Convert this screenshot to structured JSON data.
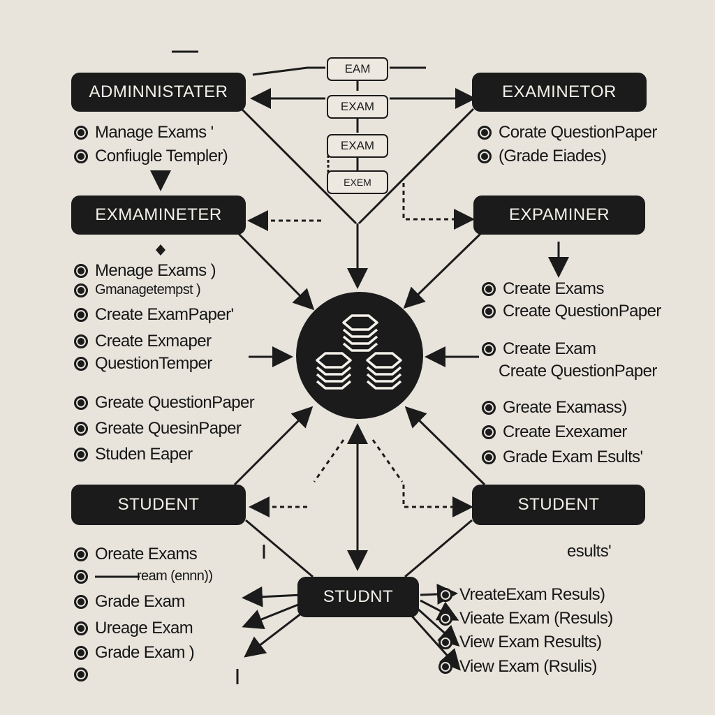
{
  "roles": {
    "admin_top": "ADMINNISTATER",
    "examiner_top": "EXAMINEТOR",
    "examiner_left": "EXMAMINETER",
    "examiner_right": "EXPAMINER",
    "student_left": "STUDENT",
    "student_right": "STUDENT",
    "student_bottom": "STUDNT"
  },
  "exam_tags": [
    "EAM",
    "EXAM",
    "EXAM",
    "EXEM"
  ],
  "lists": {
    "admin_top": [
      "Manage Exams '",
      "Confiugle Templer)"
    ],
    "examiner_top": [
      "Corate QuestionPaper",
      "(Grade Eiades)"
    ],
    "examiner_left": [
      "Menage Exams )",
      "Gmanagetempst )",
      "Create ExamPaper'",
      "Create Exmaper",
      "QuestionTemper"
    ],
    "left_mid": [
      "Greate QuestionPaper",
      "Greate QuesinPaper",
      "Studen Eaper"
    ],
    "examiner_right": [
      "Create  Exams",
      "Create QuestionPaper"
    ],
    "right_exam": "Create  Exam",
    "right_exam_sub": "Create QuestionPaper",
    "right_mid": [
      "Greate Examass)",
      "Create Exexamer",
      "Grade Exam Esults'"
    ],
    "student_left": [
      "Oreate Exams",
      "ream (ennn))",
      "Grade Exam",
      "Ureage Exam",
      "Grade Exam )",
      ""
    ],
    "student_right_partial": "esults'",
    "student_bottom": [
      "VreateExam Resuls)",
      "Vieate Exam (Resuls)",
      "View Exam Results)",
      "View Exam (Rsulis)"
    ]
  },
  "colors": {
    "background": "#e8e4dc",
    "ink": "#1b1b1b"
  },
  "icons": {
    "hub": "stacked-database-icon"
  }
}
